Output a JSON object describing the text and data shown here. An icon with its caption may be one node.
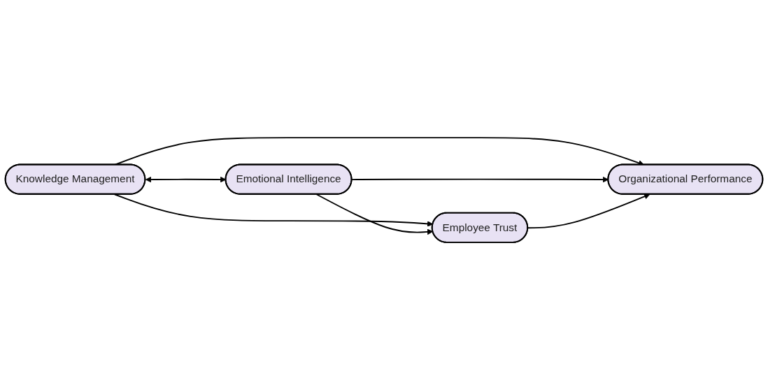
{
  "diagram": {
    "nodes": [
      {
        "text": [
          "Knowledge Management"
        ]
      },
      {
        "text": [
          "Emotional Intelligence"
        ]
      },
      {
        "text": [
          "Employee Trust"
        ]
      },
      {
        "text": [
          "Organizational Performance"
        ]
      }
    ],
    "edges": [
      {
        "from": 0,
        "to": 1,
        "arrow": "both"
      },
      {
        "from": 0,
        "to": 2,
        "arrow": "to"
      },
      {
        "from": 0,
        "to": 3,
        "arrow": "to"
      },
      {
        "from": 1,
        "to": 2,
        "arrow": "to"
      },
      {
        "from": 1,
        "to": 3,
        "arrow": "to"
      },
      {
        "from": 2,
        "to": 3,
        "arrow": "to"
      }
    ]
  }
}
